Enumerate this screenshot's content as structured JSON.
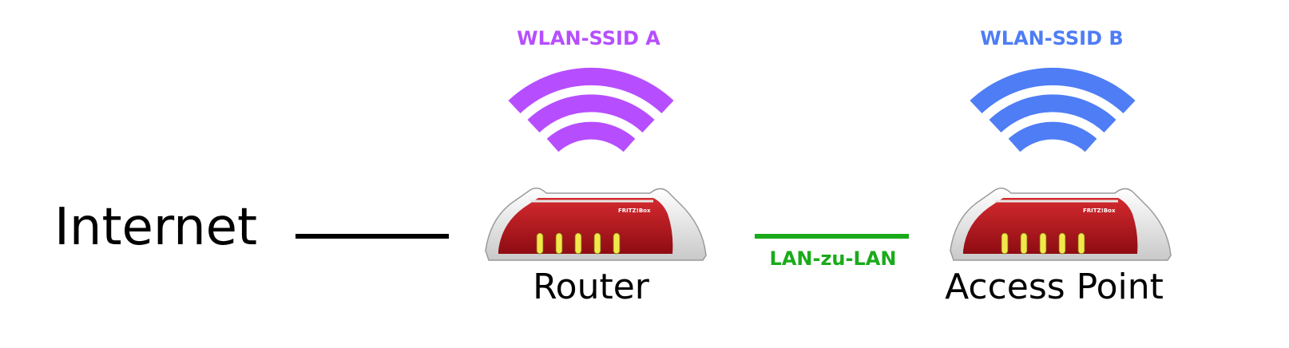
{
  "internet_label": "Internet",
  "router": {
    "label": "Router",
    "ssid": "WLAN-SSID A",
    "ssid_color": "#b64eff",
    "brand_mark": "FRITZ!Box"
  },
  "access_point": {
    "label": "Access Point",
    "ssid": "WLAN-SSID B",
    "ssid_color": "#4e7df5",
    "brand_mark": "FRITZ!Box"
  },
  "link": {
    "label": "LAN-zu-LAN",
    "color": "#1aab1a"
  },
  "colors": {
    "router_body": "#b0161c",
    "router_shell": "#e6e6e6",
    "led": "#f2e84a",
    "internet_line": "#000000"
  },
  "icons": [
    "wifi-signal-icon",
    "router-device-icon"
  ]
}
